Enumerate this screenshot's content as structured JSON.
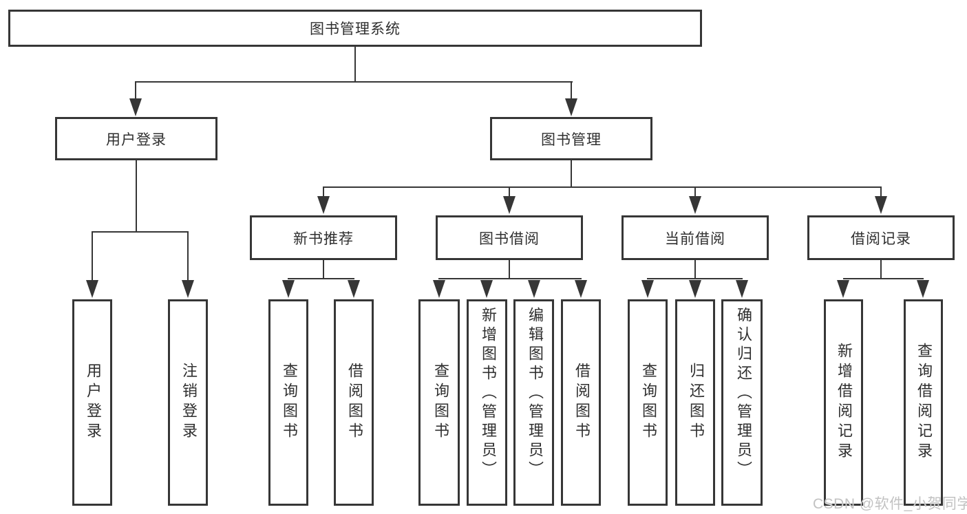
{
  "tree": {
    "label": "图书管理系统",
    "children": [
      {
        "label": "用户登录",
        "children": [
          {
            "label": "用户登录"
          },
          {
            "label": "注销登录"
          }
        ]
      },
      {
        "label": "图书管理",
        "children": [
          {
            "label": "新书推荐",
            "children": [
              {
                "label": "查询图书"
              },
              {
                "label": "借阅图书"
              }
            ]
          },
          {
            "label": "图书借阅",
            "children": [
              {
                "label": "查询图书"
              },
              {
                "label": "新增图书（管理员）"
              },
              {
                "label": "编辑图书（管理员）"
              },
              {
                "label": "借阅图书"
              }
            ]
          },
          {
            "label": "当前借阅",
            "children": [
              {
                "label": "查询图书"
              },
              {
                "label": "归还图书"
              },
              {
                "label": "确认归还（管理员）"
              }
            ]
          },
          {
            "label": "借阅记录",
            "children": [
              {
                "label": "新增借阅记录"
              },
              {
                "label": "查询借阅记录"
              }
            ]
          }
        ]
      }
    ]
  },
  "watermark": "CSDN @软件_小贺同学",
  "colors": {
    "line": "#363636",
    "text": "#2f2f2f",
    "watermark": "#c2c2c2",
    "background": "#ffffff"
  }
}
